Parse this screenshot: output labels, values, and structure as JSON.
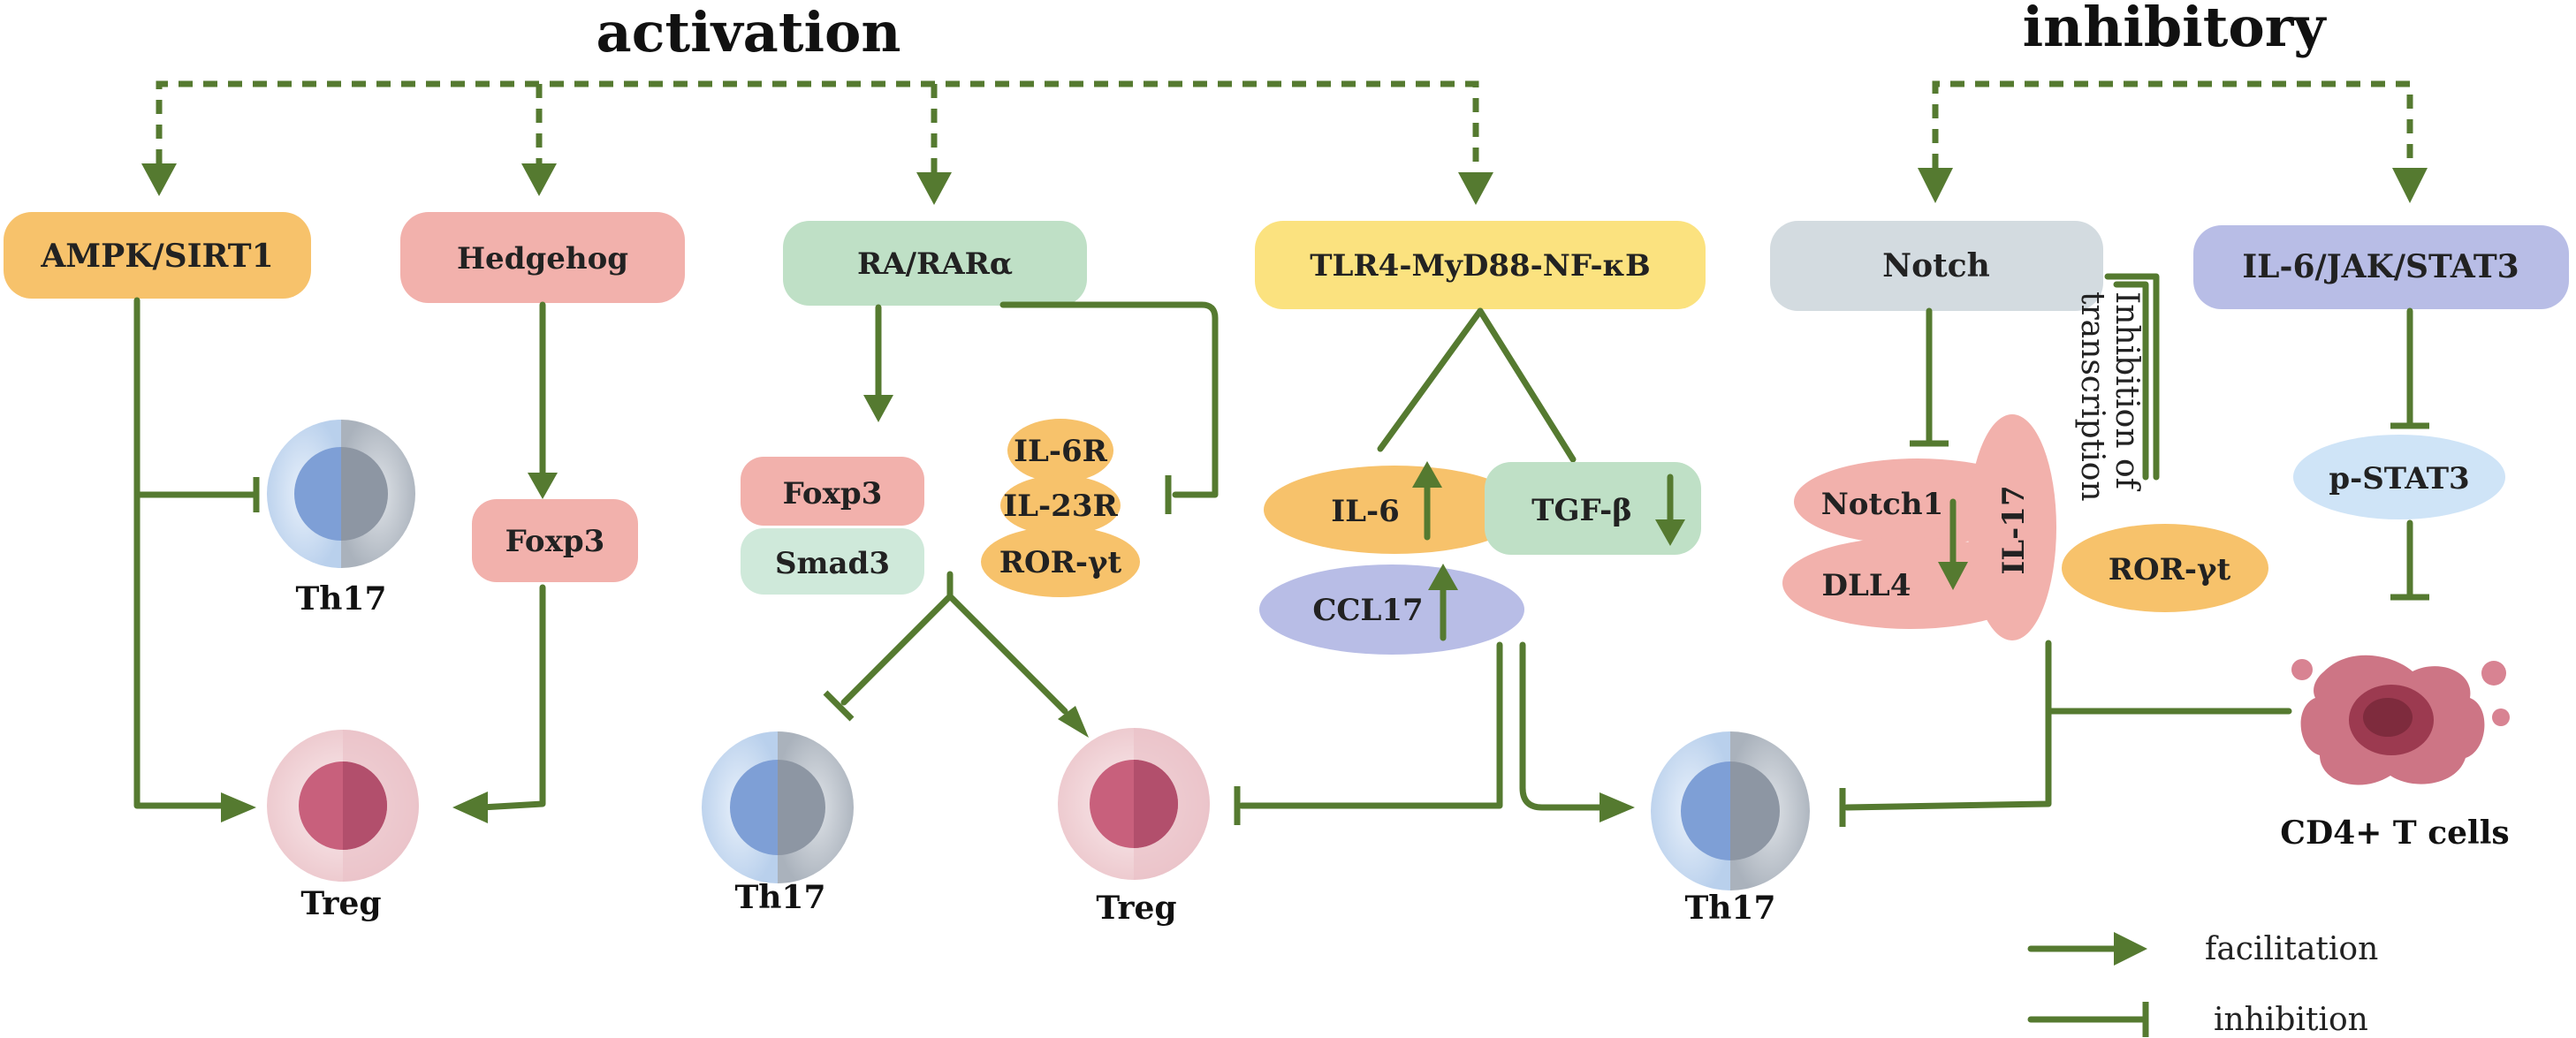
{
  "headers": {
    "activation": "activation",
    "inhibitory": "inhibitory"
  },
  "pathways": {
    "ampk": "AMPK/SIRT1",
    "hedgehog": "Hedgehog",
    "ra": "RA/RARα",
    "tlr4": "TLR4-MyD88-NF-κB",
    "notch": "Notch",
    "il6jak": "IL-6/JAK/STAT3"
  },
  "molecules": {
    "foxp3_hh": "Foxp3",
    "foxp3_ra": "Foxp3",
    "smad3": "Smad3",
    "il6r": "IL-6R",
    "il23r": "IL-23R",
    "rorgt_ra": "ROR-γt",
    "il6": "IL-6",
    "ccl17": "CCL17",
    "tgfb": "TGF-β",
    "notch1": "Notch1",
    "dll4": "DLL4",
    "il17": "IL-17",
    "rorgt_n": "ROR-γt",
    "pstat3": "p-STAT3"
  },
  "notes": {
    "inhibition_line1": "Inhibition of",
    "inhibition_line2": "transcription"
  },
  "cells": {
    "th17_1": "Th17",
    "treg_1": "Treg",
    "th17_2": "Th17",
    "treg_2": "Treg",
    "th17_3": "Th17",
    "cd4": "CD4+ T cells"
  },
  "legend": {
    "facilitation": "facilitation",
    "inhibition": "inhibition"
  },
  "colors": {
    "line": "#557a30",
    "orange": "#f7c26b",
    "pink": "#f2b1ac",
    "mint": "#bfe0c6",
    "yellow": "#fbe27f",
    "gray": "#d3dbe0",
    "lavender": "#b8bde6",
    "lightblue": "#cfe4f7",
    "th17_left": "#7e9fd6",
    "th17_right": "#8d96a3",
    "treg": "#c8607c",
    "cd4": "#b9566b"
  }
}
